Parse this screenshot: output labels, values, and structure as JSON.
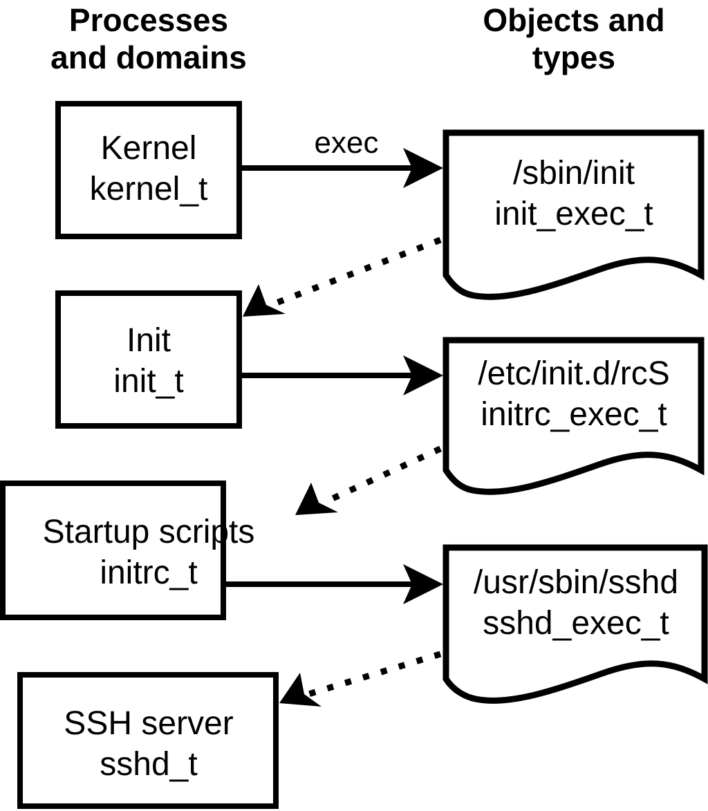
{
  "diagram": {
    "title": "SELinux process transition and object labeling",
    "columns": [
      {
        "id": "processes",
        "header_line1": "Processes",
        "header_line2": "and domains"
      },
      {
        "id": "objects",
        "header_line1": "Objects and",
        "header_line2": "types"
      }
    ],
    "process_nodes": [
      {
        "id": "kernel",
        "name": "Kernel",
        "type": "kernel_t"
      },
      {
        "id": "init",
        "name": "Init",
        "type": "init_t"
      },
      {
        "id": "initrc",
        "name": "Startup scripts",
        "type": "initrc_t"
      },
      {
        "id": "sshd",
        "name": "SSH server",
        "type": "sshd_t"
      }
    ],
    "object_nodes": [
      {
        "id": "init_exec",
        "path": "/sbin/init",
        "type": "init_exec_t"
      },
      {
        "id": "initrc_exec",
        "path": "/etc/init.d/rcS",
        "type": "initrc_exec_t"
      },
      {
        "id": "sshd_exec",
        "path": "/usr/sbin/sshd",
        "type": "sshd_exec_t"
      }
    ],
    "edges": [
      {
        "id": "kernel-exec-init",
        "from": "kernel",
        "to": "init_exec",
        "label": "exec",
        "style": "solid"
      },
      {
        "id": "init_exec-transition-init",
        "from": "init_exec",
        "to": "init",
        "label": "",
        "style": "dotted"
      },
      {
        "id": "init-exec-initrc",
        "from": "init",
        "to": "initrc_exec",
        "label": "",
        "style": "solid"
      },
      {
        "id": "initrc_exec-transition-initrc",
        "from": "initrc_exec",
        "to": "initrc",
        "label": "",
        "style": "dotted"
      },
      {
        "id": "initrc-exec-sshd",
        "from": "initrc",
        "to": "sshd_exec",
        "label": "",
        "style": "solid"
      },
      {
        "id": "sshd_exec-transition-sshd",
        "from": "sshd_exec",
        "to": "sshd",
        "label": "",
        "style": "dotted"
      }
    ],
    "colors": {
      "stroke": "#000000",
      "fill": "#ffffff",
      "text": "#000000"
    }
  }
}
